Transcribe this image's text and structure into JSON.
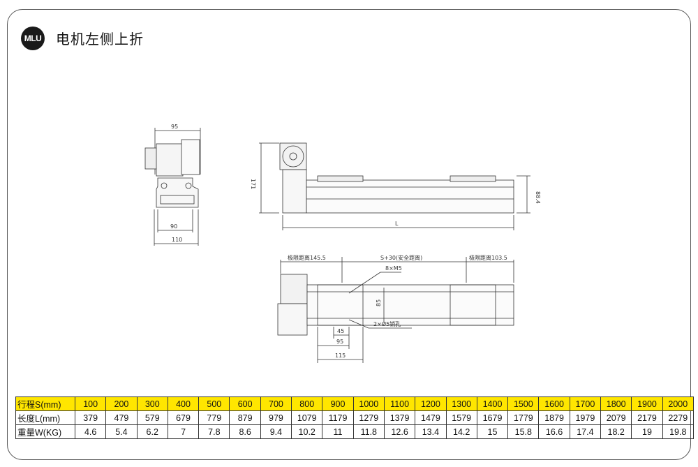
{
  "header": {
    "badge_text": "MLU",
    "title": "电机左侧上折"
  },
  "drawing": {
    "side_view": {
      "top_width": "95",
      "bottom_width_1": "90",
      "bottom_width_2": "110"
    },
    "front_view": {
      "height": "171",
      "rail_height": "88.4",
      "length": "L"
    },
    "top_view": {
      "limit_left": "极限距离145.5",
      "safe_distance": "S+30(安全距离)",
      "limit_right": "极限距离103.5",
      "screw_holes": "8×M5",
      "width": "85",
      "offset_1": "45",
      "offset_2": "95",
      "offset_3": "115",
      "pin_holes": "2×Ø5销孔"
    }
  },
  "spec_table": {
    "rows": [
      {
        "label": "行程S(mm)",
        "values": [
          "100",
          "200",
          "300",
          "400",
          "500",
          "600",
          "700",
          "800",
          "900",
          "1000",
          "1100",
          "1200",
          "1300",
          "1400",
          "1500",
          "1600",
          "1700",
          "1800",
          "1900",
          "2000"
        ]
      },
      {
        "label": "长度L(mm)",
        "values": [
          "379",
          "479",
          "579",
          "679",
          "779",
          "879",
          "979",
          "1079",
          "1179",
          "1279",
          "1379",
          "1479",
          "1579",
          "1679",
          "1779",
          "1879",
          "1979",
          "2079",
          "2179",
          "2279"
        ]
      },
      {
        "label": "重量W(KG)",
        "values": [
          "4.6",
          "5.4",
          "6.2",
          "7",
          "7.8",
          "8.6",
          "9.4",
          "10.2",
          "11",
          "11.8",
          "12.6",
          "13.4",
          "14.2",
          "15",
          "15.8",
          "16.6",
          "17.4",
          "18.2",
          "19",
          "19.8"
        ]
      }
    ]
  }
}
